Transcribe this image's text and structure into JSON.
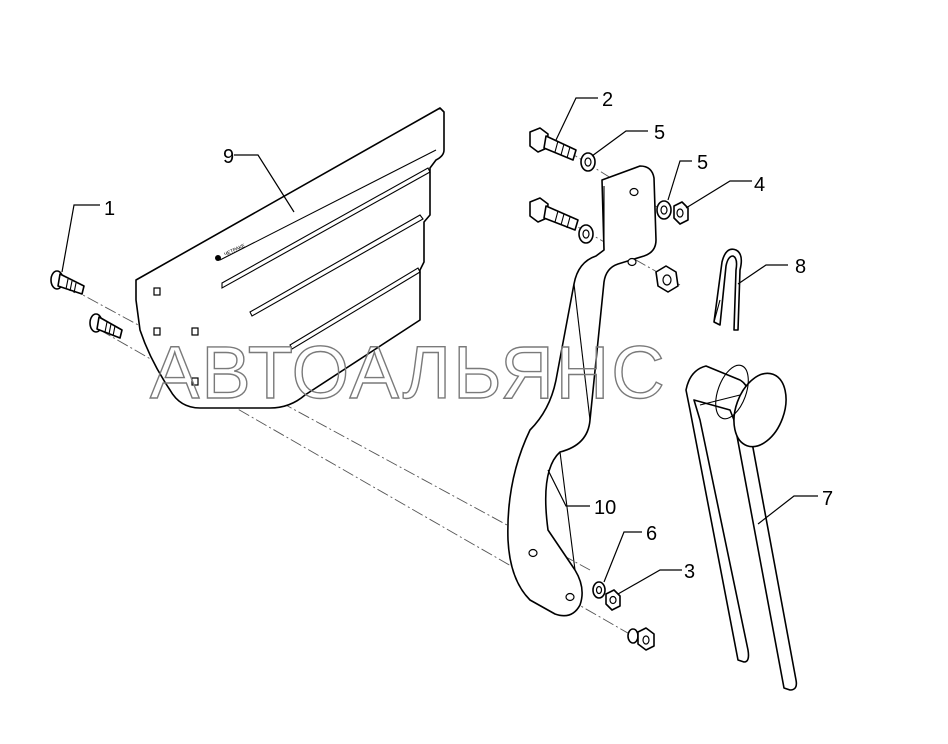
{
  "watermark": "АВТОАЛЬЯНС",
  "plate_marking": "ЧЕТРАКЕ",
  "colors": {
    "line": "#000000",
    "watermark": "#7a7a7a",
    "background": "#ffffff"
  },
  "callouts": [
    {
      "id": "callout-1",
      "label": "1"
    },
    {
      "id": "callout-2",
      "label": "2"
    },
    {
      "id": "callout-3",
      "label": "3"
    },
    {
      "id": "callout-4",
      "label": "4"
    },
    {
      "id": "callout-5a",
      "label": "5"
    },
    {
      "id": "callout-5b",
      "label": "5"
    },
    {
      "id": "callout-6",
      "label": "6"
    },
    {
      "id": "callout-7",
      "label": "7"
    },
    {
      "id": "callout-8",
      "label": "8"
    },
    {
      "id": "callout-9",
      "label": "9"
    },
    {
      "id": "callout-10",
      "label": "10"
    }
  ]
}
